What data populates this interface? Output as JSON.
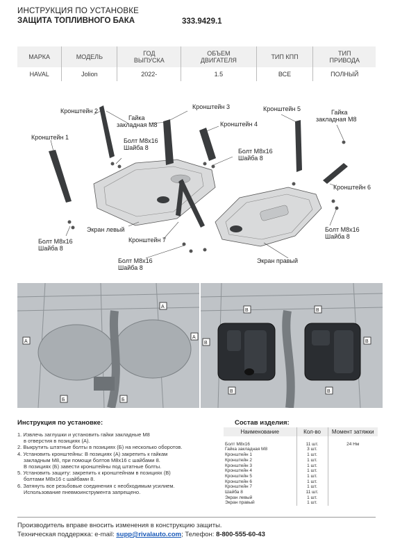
{
  "header": {
    "line1": "ИНСТРУКЦИЯ ПО УСТАНОВКЕ",
    "line2": "ЗАЩИТА ТОПЛИВНОГО БАКА",
    "part_number": "333.9429.1"
  },
  "spec_table": {
    "headers": [
      "МАРКА",
      "МОДЕЛЬ",
      "ГОД ВЫПУСКА",
      "ОБЪЕМ ДВИГАТЕЛЯ",
      "ТИП КПП",
      "ТИП ПРИВОДА"
    ],
    "headers_lines": [
      [
        "МАРКА"
      ],
      [
        "МОДЕЛЬ"
      ],
      [
        "ГОД",
        "ВЫПУСКА"
      ],
      [
        "ОБЪЕМ",
        "ДВИГАТЕЛЯ"
      ],
      [
        "ТИП КПП"
      ],
      [
        "ТИП",
        "ПРИВОДА"
      ]
    ],
    "row": [
      "HAVAL",
      "Jolion",
      "2022-",
      "1.5",
      "ВСЕ",
      "ПОЛНЫЙ"
    ]
  },
  "diagram_labels": {
    "bracket2": "Кронштейн 2",
    "nut_left_1": "Гайка",
    "nut_left_2": "закладная М8",
    "bracket3": "Кронштейн 3",
    "bracket5": "Кронштейн 5",
    "nut_right_1": "Гайка",
    "nut_right_2": "закладная М8",
    "bracket1": "Кронштейн 1",
    "bracket4": "Кронштейн 4",
    "bolt_mid_1": "Болт М8х16",
    "bolt_mid_2": "Шайба 8",
    "bolt_top_1": "Болт М8х16",
    "bolt_top_2": "Шайба 8",
    "bracket6": "Кронштейн 6",
    "bolt_right_1": "Болт М8х16",
    "bolt_right_2": "Шайба 8",
    "screen_left": "Экран левый",
    "bolt_left_1": "Болт М8х16",
    "bolt_left_2": "Шайба 8",
    "bracket7": "Кронштейн 7",
    "bolt_bottom_1": "Болт М8х16",
    "bolt_bottom_2": "Шайба 8",
    "screen_right": "Экран правый"
  },
  "photo_markers": {
    "a": "А",
    "b": "Б",
    "c": "В"
  },
  "instructions": {
    "title": "Инструкция по установке:",
    "lines": [
      "1. Извлечь заглушки и установить гайки закладные М8",
      "    в отверстия в позициях (А).",
      "2. Выкрутить штатные болты в позициях (Б) на несколько оборотов.",
      "4. Установить кронштейны: В позициях (А) закрепить к гайкам",
      "    закладным М8, при помощи болтов М8х16 с шайбами 8.",
      "    В позициях (Б) завести кронштейны под штатные болты.",
      "5. Установить защиту: закрепить к кронштейнам в позициях (В)",
      "    болтами М8х16 с шайбами 8.",
      "6. Затянуть все резьбовые соединения с необходимым усилием.",
      "    Использование пневмоинструмента запрещено."
    ]
  },
  "components": {
    "title": "Состав изделия:",
    "headers": [
      "Наименование",
      "Кол-во",
      "Момент затяжки"
    ],
    "rows": [
      [
        "Болт М8х16",
        "11 шт.",
        "24 Нм"
      ],
      [
        "Гайка закладная М8",
        "3 шт.",
        ""
      ],
      [
        "Кронштейн 1",
        "1 шт.",
        ""
      ],
      [
        "Кронштейн 2",
        "1 шт.",
        ""
      ],
      [
        "Кронштейн 3",
        "1 шт.",
        ""
      ],
      [
        "Кронштейн 4",
        "1 шт.",
        ""
      ],
      [
        "Кронштейн 5",
        "1 шт.",
        ""
      ],
      [
        "Кронштейн 6",
        "1 шт.",
        ""
      ],
      [
        "Кронштейн 7",
        "1 шт.",
        ""
      ],
      [
        "Шайба 8",
        "11 шт.",
        ""
      ],
      [
        "Экран левый",
        "1 шт.",
        ""
      ],
      [
        "Экран правый",
        "1 шт.",
        ""
      ]
    ]
  },
  "footer": {
    "line1": "Производитель вправе вносить изменения в конструкцию защиты.",
    "support_label": "Техническая поддержка:  e-mail: ",
    "email": "supp@rivalauto.com",
    "phone_label": "; Телефон: ",
    "phone": "8-800-555-60-43"
  },
  "colors": {
    "metal_light": "#d9dadb",
    "metal_mid": "#a7a9ab",
    "metal_dark": "#3a3c3e",
    "photo_bg": "#bfc3c7",
    "shield_dark": "#2a2d31",
    "link": "#1a5ab8"
  }
}
